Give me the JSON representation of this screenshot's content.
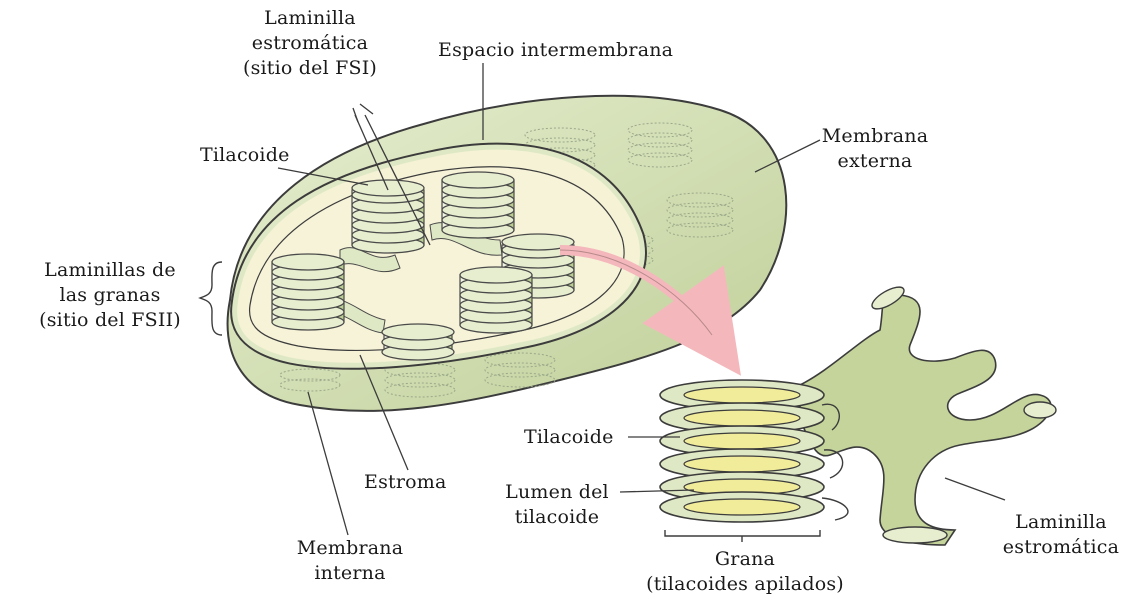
{
  "labels": {
    "laminilla_estromatica_top": {
      "line1": "Laminilla",
      "line2": "estromática",
      "line3": "(sitio del FSI)"
    },
    "espacio_intermembrana": "Espacio intermembrana",
    "membrana_externa": {
      "line1": "Membrana",
      "line2": "externa"
    },
    "tilacoide_top": "Tilacoide",
    "laminillas_granas": {
      "line1": "Laminillas de",
      "line2": "las granas",
      "line3": "(sitio del FSII)"
    },
    "estroma": "Estroma",
    "membrana_interna": {
      "line1": "Membrana",
      "line2": "interna"
    },
    "tilacoide_detail": "Tilacoide",
    "lumen": {
      "line1": "Lumen del",
      "line2": "tilacoide"
    },
    "grana": {
      "line1": "Grana",
      "line2": "(tilacoides apilados)"
    },
    "laminilla_estromatica_detail": {
      "line1": "Laminilla",
      "line2": "estromática"
    }
  },
  "colors": {
    "membrane_fill": "#cfdcb0",
    "membrane_light": "#e3ebcc",
    "stroma_fill": "#f5f2d6",
    "thylakoid_fill": "#dfe8c4",
    "lumen_fill": "#f1ec9a",
    "outline": "#3c3c3c",
    "arrow": "#f4b8bc"
  }
}
